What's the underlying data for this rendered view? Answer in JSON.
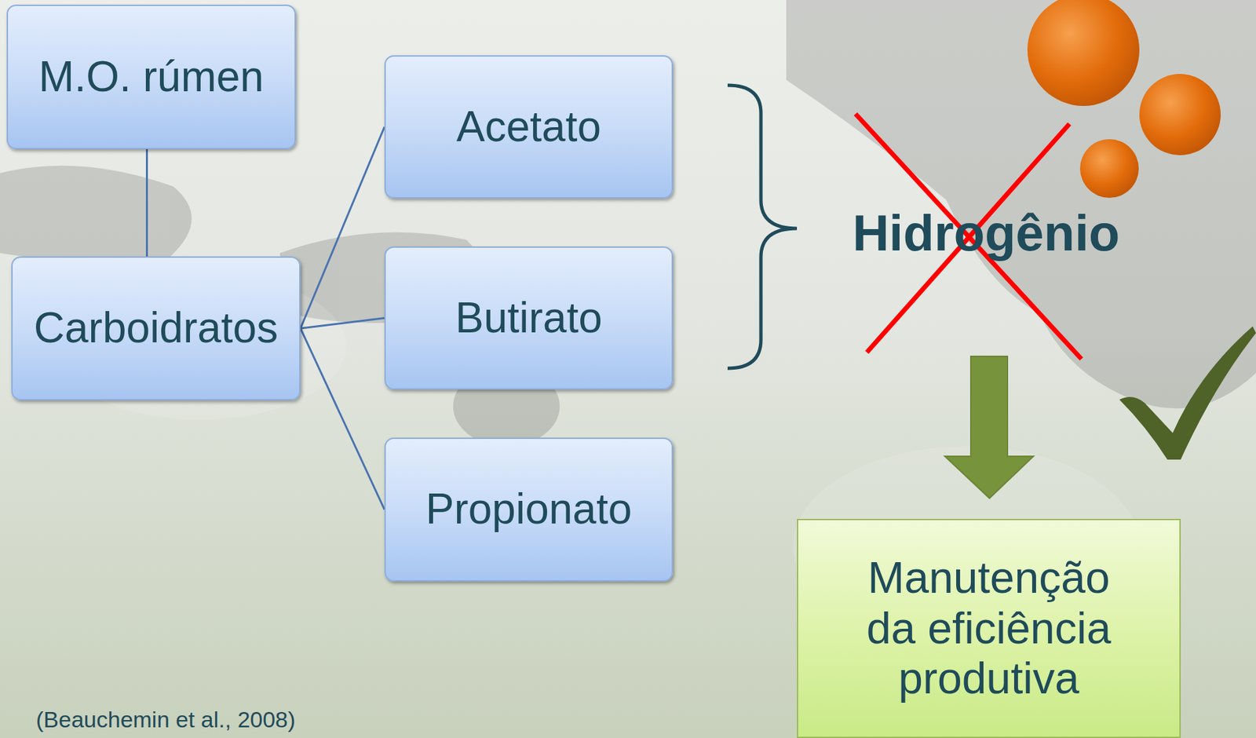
{
  "diagram": {
    "nodes": [
      {
        "text": [
          "M.O. rúmen"
        ]
      },
      {
        "text": [
          "Carboidratos"
        ]
      },
      {
        "text": [
          "Acetato"
        ]
      },
      {
        "text": [
          "Butirato"
        ]
      },
      {
        "text": [
          "Propionato"
        ]
      },
      {
        "text": [
          "Manutenção da eficiência produtiva"
        ]
      }
    ],
    "edges": [
      {
        "from": 0,
        "to": 1,
        "arrow": "none"
      },
      {
        "from": 1,
        "to": 2,
        "arrow": "none"
      },
      {
        "from": 1,
        "to": 3,
        "arrow": "none"
      },
      {
        "from": 1,
        "to": 4,
        "arrow": "none"
      }
    ],
    "labels": [
      "Hidrogênio",
      "(Beauchemin et al., 2008)"
    ]
  }
}
